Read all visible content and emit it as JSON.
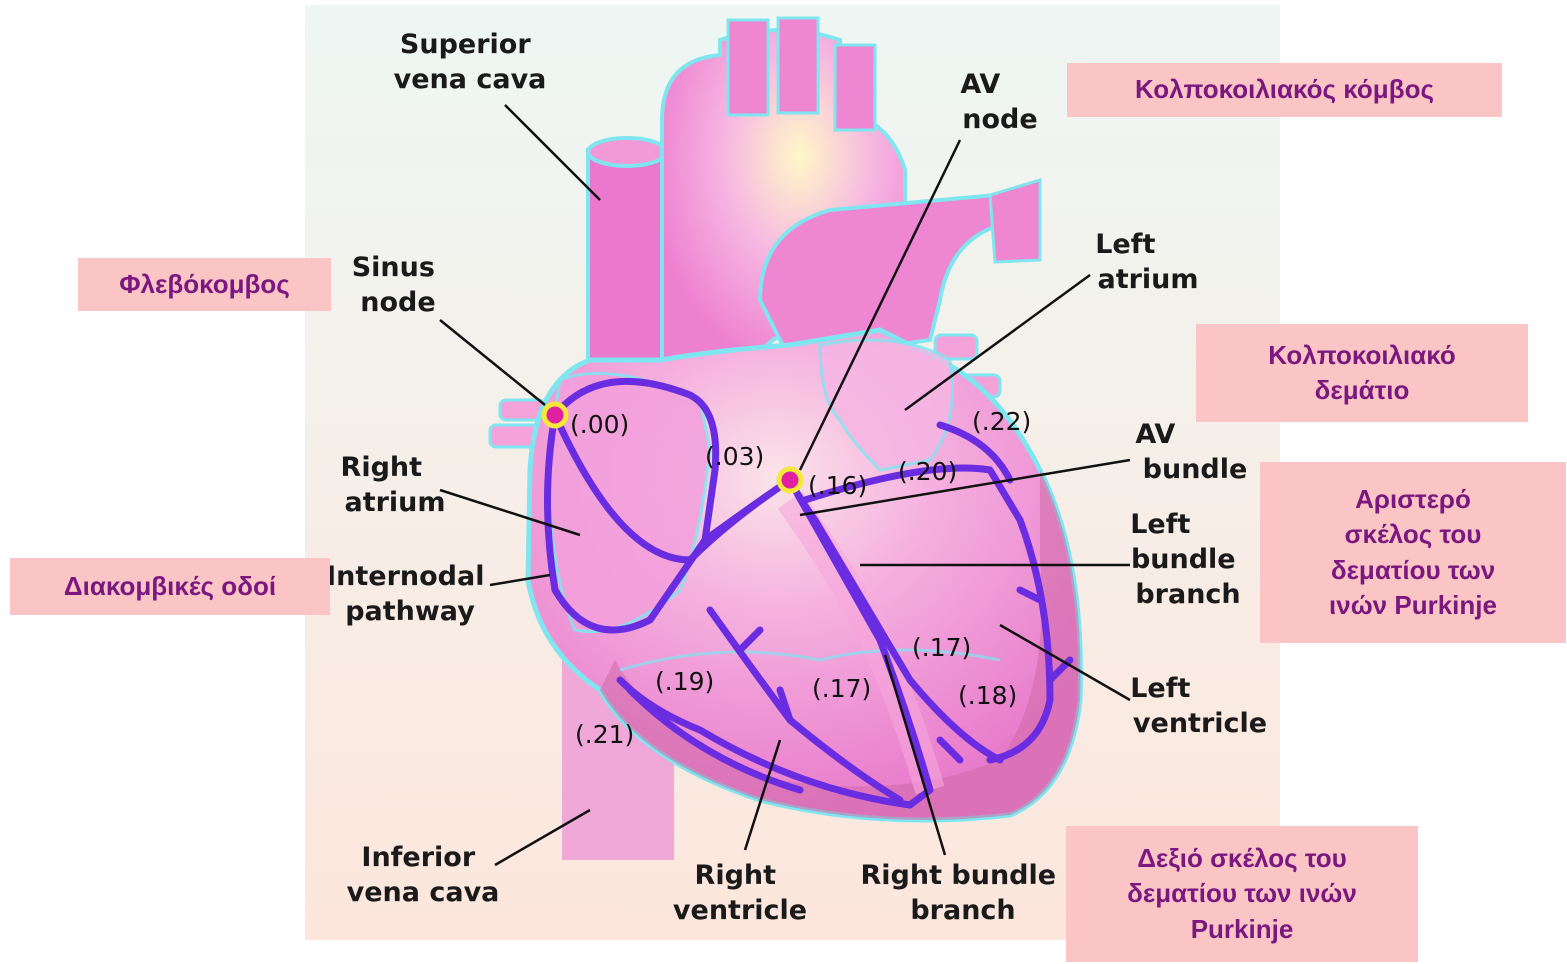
{
  "colors": {
    "background": "#fdf4ea",
    "heart_fill": "#ef86d2",
    "heart_outline": "#7fe6ef",
    "conduction_path": "#6a2ce0",
    "node_fill": "#e020a0",
    "node_ring": "#f5e83a",
    "greek_box": "#fbc5c5",
    "greek_text": "#7a1880"
  },
  "labels": {
    "superior_vena_cava": [
      "Superior",
      "vena cava"
    ],
    "av_node": [
      "AV",
      "node"
    ],
    "left_atrium": [
      "Left",
      "atrium"
    ],
    "sinus_node": [
      "Sinus",
      "node"
    ],
    "right_atrium": [
      "Right",
      "atrium"
    ],
    "internodal_pathway": [
      "Internodal",
      "pathway"
    ],
    "av_bundle": [
      "AV",
      "bundle"
    ],
    "left_bundle_branch": [
      "Left",
      "bundle",
      "branch"
    ],
    "left_ventricle": [
      "Left",
      "ventricle"
    ],
    "inferior_vena_cava": [
      "Inferior",
      "vena cava"
    ],
    "right_ventricle": [
      "Right",
      "ventricle"
    ],
    "right_bundle_branch": [
      "Right bundle",
      "branch"
    ]
  },
  "timings": {
    "sinus": "(.00)",
    "internodal": "(.03)",
    "av_node": "(.16)",
    "left_atrium": "(.20)",
    "left_atrium_top": "(.22)",
    "left_branch": "(.17)",
    "left_ventricle": "(.18)",
    "right_branch": "(.17)",
    "right_ventricle": "(.19)",
    "inferior": "(.21)"
  },
  "greek": {
    "av_node": "Κολποκοιλιακός κόμβος",
    "sinus_node": "Φλεβόκομβος",
    "av_bundle": [
      "Κολποκοιλιακό",
      "δεμάτιο"
    ],
    "left_bundle": [
      "Αριστερό",
      "σκέλος του",
      "δεματίου των",
      "ινών Purkinje"
    ],
    "internodal": "Διακομβικές οδοί",
    "right_bundle": [
      "Δεξιό σκέλος του",
      "δεματίου των ινών",
      "Purkinje"
    ]
  }
}
